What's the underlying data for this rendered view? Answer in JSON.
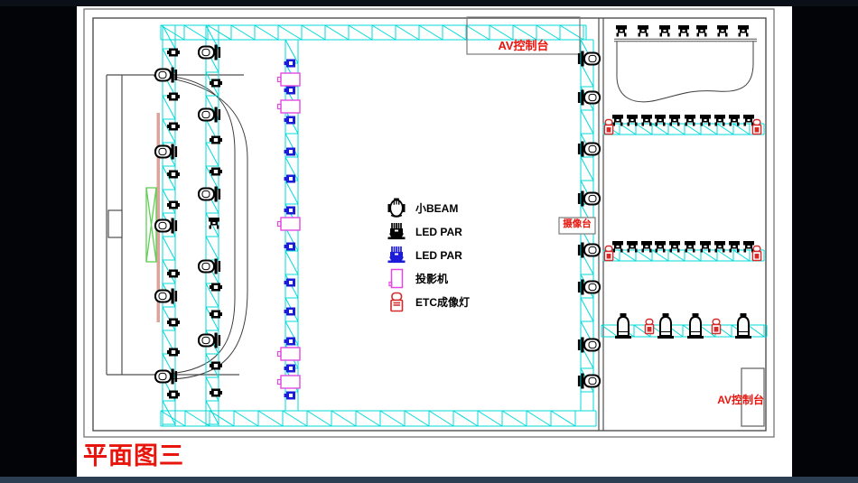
{
  "page": {
    "background_color": "#020408",
    "canvas_color": "#ffffff",
    "bottom_strip_color": "#2b3e52"
  },
  "title": {
    "text": "平面图三",
    "color": "#e8150d"
  },
  "labels": {
    "av_console_top": "AV控制台",
    "camera_platform": "摄像台",
    "av_console_bottom": "AV控制台"
  },
  "legend": {
    "items": [
      {
        "icon": "beam-light-icon",
        "label": "小BEAM",
        "color": "#000000"
      },
      {
        "icon": "led-par-black-icon",
        "label": "LED PAR",
        "color": "#000000"
      },
      {
        "icon": "led-par-blue-icon",
        "label": "LED PAR",
        "color": "#1c1cd8"
      },
      {
        "icon": "projector-icon",
        "label": "投影机",
        "color": "#e14ae1"
      },
      {
        "icon": "etc-profile-icon",
        "label": "ETC成像灯",
        "color": "#d42a2a"
      }
    ]
  },
  "colors": {
    "truss_cyan": "#00d9d9",
    "wall_gray": "#4f4f4f",
    "screen_pink": "#dfa39b",
    "led_screen_green": "#5ed054",
    "fixture_blue": "#1c1cd8",
    "projector_magenta": "#e14ae1",
    "etc_red": "#d42a2a",
    "label_red": "#e8150d"
  }
}
